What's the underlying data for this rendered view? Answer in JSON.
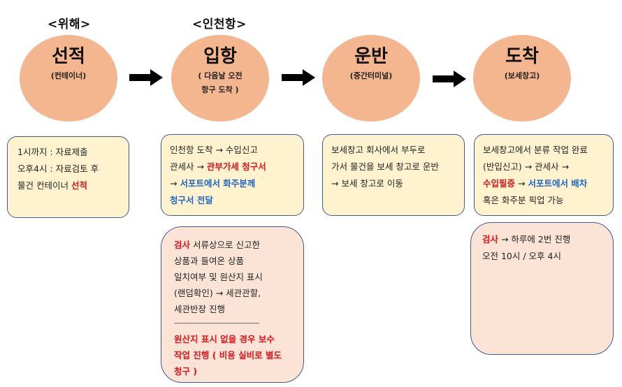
{
  "locations": {
    "left": "<위해>",
    "right": "<인천항>"
  },
  "stages": [
    {
      "title": "선적",
      "sub": "(컨테이너)"
    },
    {
      "title": "입항",
      "sub": "( 다음날 오전\n항구 도착 )"
    },
    {
      "title": "운반",
      "sub": "(중간터미널)"
    },
    {
      "title": "도착",
      "sub": "(보세창고)"
    }
  ],
  "box1": {
    "l1": "1시까지 : 자료제출",
    "l2": "오후4시 : 자료검토 후",
    "l3a": "물건 컨테이너 ",
    "l3b": "선적"
  },
  "box2": {
    "l1": "인천항 도착 → 수입신고",
    "l2a": "관세사  → ",
    "l2b": "관부가세 청구서",
    "l3a": "→ ",
    "l3b": "서포트에서 화주분께",
    "l4": "청구서 전달"
  },
  "box3": {
    "l1": "보세창고 회사에서 부두로",
    "l2": "가서 물건을 보세 창고로 운반",
    "l3": "→ 보세 창고로 이동"
  },
  "box4": {
    "l1": "보세창고에서 분류 작업 완료",
    "l2": "(반입신고) → 관세사 →",
    "l3a": "수입필증",
    "l3b": " → ",
    "l3c": "서포트에서 배차",
    "l4": "혹은 화주분 픽업 가능"
  },
  "inspect_left": {
    "l1a": "검사",
    "l1b": " 서류상으로 신고한",
    "l2": "상품과 들여온 상품",
    "l3": "일치여부 및 원산지 표시",
    "l4": "(랜덤확인) →  세관관할,",
    "l5": "세관반장 진행",
    "divider": "------------------------------------------------------",
    "l6": "원산지 표시 없을 경우 보수",
    "l7": "작업 진행 ( 비용 실비로 별도",
    "l8": "청구 )"
  },
  "inspect_right": {
    "l1a": "검사",
    "l1b": " →  하루에 2번 진행",
    "l2": "오전 10시 / 오후 4시"
  },
  "colors": {
    "circle": "#f4b68e",
    "box_yellow": "#fff3cf",
    "box_pink": "#fbe3d6",
    "border": "#3e5b8e",
    "red": "#e0141c",
    "blue": "#1f66c2"
  }
}
